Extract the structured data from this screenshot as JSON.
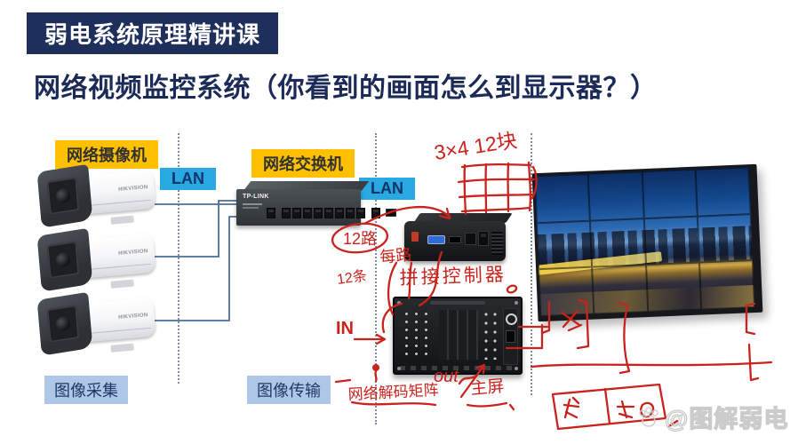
{
  "header": {
    "badge": "弱电系统原理精讲课"
  },
  "title": "网络视频监控系统（你看到的画面怎么到显示器？）",
  "section_labels": {
    "camera": "网络摄像机",
    "switch": "网络交换机",
    "lan_left": "LAN",
    "lan_right": "LAN",
    "capture": "图像采集",
    "transmission": "图像传输"
  },
  "devices": {
    "camera_brand": "HIKVISION",
    "camera_count": 3,
    "switch_brand": "TP-LINK",
    "video_wall": {
      "columns": 4,
      "rows": 3
    }
  },
  "annotations": {
    "ink_color": "#c8231d",
    "grid_note": "3×4 12块",
    "channels": "12路",
    "per_channel": "每路",
    "cables": "12条",
    "controller": "拼接控制器",
    "input": "IN",
    "output": "out",
    "decoder": "网络解码矩阵",
    "main_screen": "主屏"
  },
  "watermark": "@图解弱电",
  "colors": {
    "navy": "#1e2f5c",
    "label_yellow": "#ffc000",
    "label_cyan": "#29a9e1",
    "label_lightblue": "#aec6e8",
    "wire_blue": "#4a6f96"
  }
}
